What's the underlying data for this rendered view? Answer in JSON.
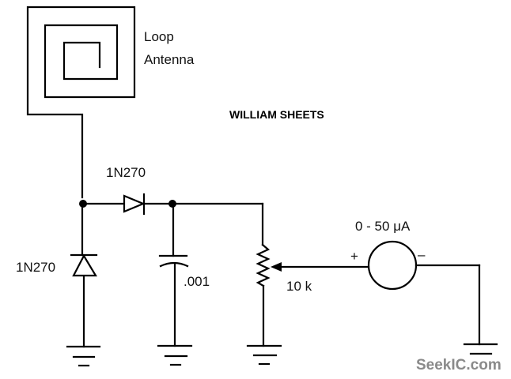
{
  "diagram": {
    "title": "Loop antenna field strength meter",
    "author": "WILLIAM SHEETS",
    "watermark": "SeekIC.com",
    "components": {
      "antenna": {
        "label_line1": "Loop",
        "label_line2": "Antenna"
      },
      "series_diode": {
        "label": "1N270"
      },
      "shunt_diode": {
        "label": "1N270"
      },
      "capacitor": {
        "label": ".001"
      },
      "potentiometer": {
        "label": "10 k"
      },
      "meter": {
        "label": "0 - 50 μA",
        "plus": "+",
        "minus": "–"
      }
    }
  }
}
